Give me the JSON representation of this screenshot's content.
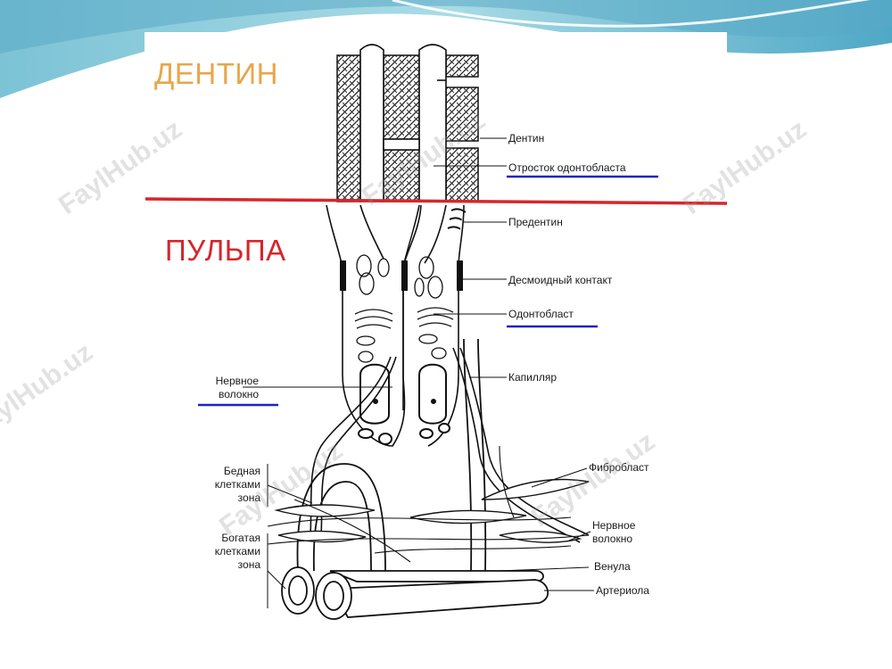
{
  "colors": {
    "dentin_heading": "#e8a64a",
    "pulp_heading": "#d6262b",
    "boundary_line": "#d6262b",
    "underline": "#1b22c8",
    "banner_teal": "#5fb6cc"
  },
  "headings": {
    "dentin": "ДЕНТИН",
    "pulp": "ПУЛЬПА"
  },
  "labels": {
    "dentin": "Дентин",
    "odontoblast_process": "Отросток одонтобласта",
    "predentin": "Предентин",
    "desmoid_contact": "Десмоидный контакт",
    "odontoblast": "Одонтобласт",
    "capillary": "Капилляр",
    "nerve_fiber_left": "Нервное\nволокно",
    "cell_poor_zone": "Бедная\nклетками\nзона",
    "cell_rich_zone": "Богатая\nклетками\nзона",
    "fibroblast": "Фибробласт",
    "nerve_fiber_right": "Нервное\nволокно",
    "venule": "Венула",
    "arteriole": "Артериола"
  },
  "watermark": "FaylHub.uz"
}
